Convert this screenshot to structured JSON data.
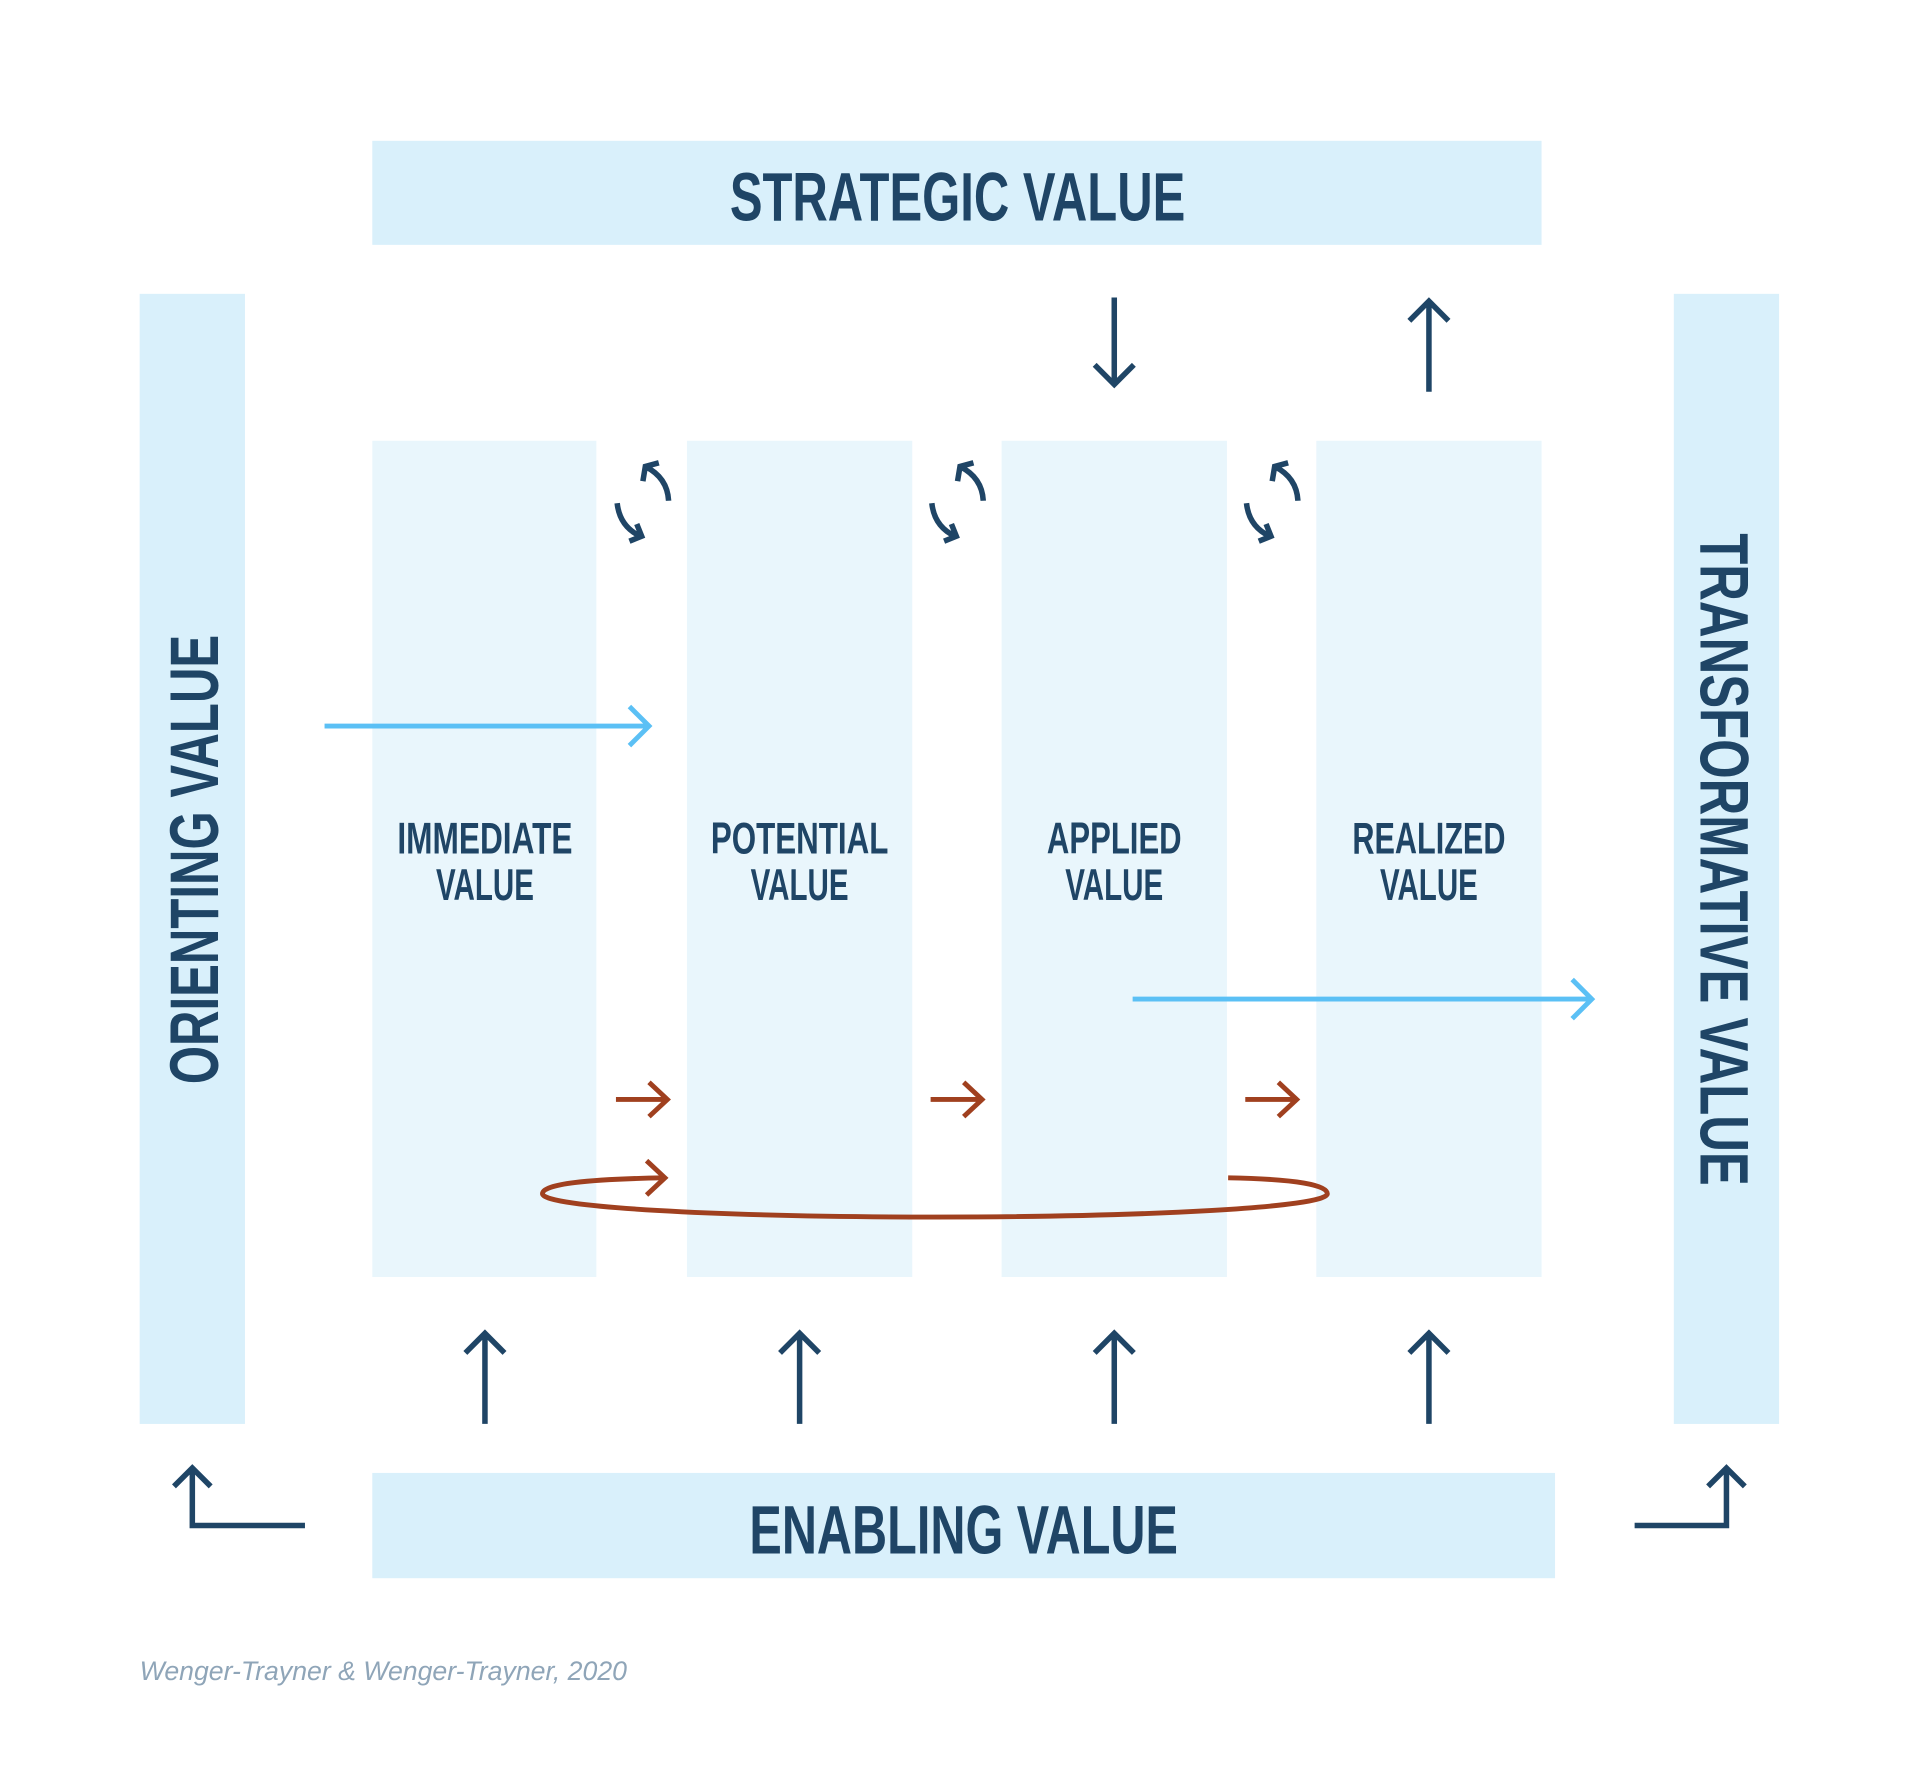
{
  "title_top": "STRATEGIC VALUE",
  "title_left": "ORIENTING VALUE",
  "title_right": "TRANSFORMATIVE VALUE",
  "title_bottom": "ENABLING VALUE",
  "columns": [
    {
      "line1": "IMMEDIATE",
      "line2": "VALUE"
    },
    {
      "line1": "POTENTIAL",
      "line2": "VALUE"
    },
    {
      "line1": "APPLIED",
      "line2": "VALUE"
    },
    {
      "line1": "REALIZED",
      "line2": "VALUE"
    }
  ],
  "footer": "Wenger-Trayner & Wenger-Trayner, 2020",
  "colors": {
    "navy": "#1f4566",
    "box": "#d9f0fb",
    "column": "#e9f6fc",
    "blue_arrow": "#5bc0f5",
    "red_arrow": "#a0401f",
    "footer": "#8fa5b8"
  }
}
